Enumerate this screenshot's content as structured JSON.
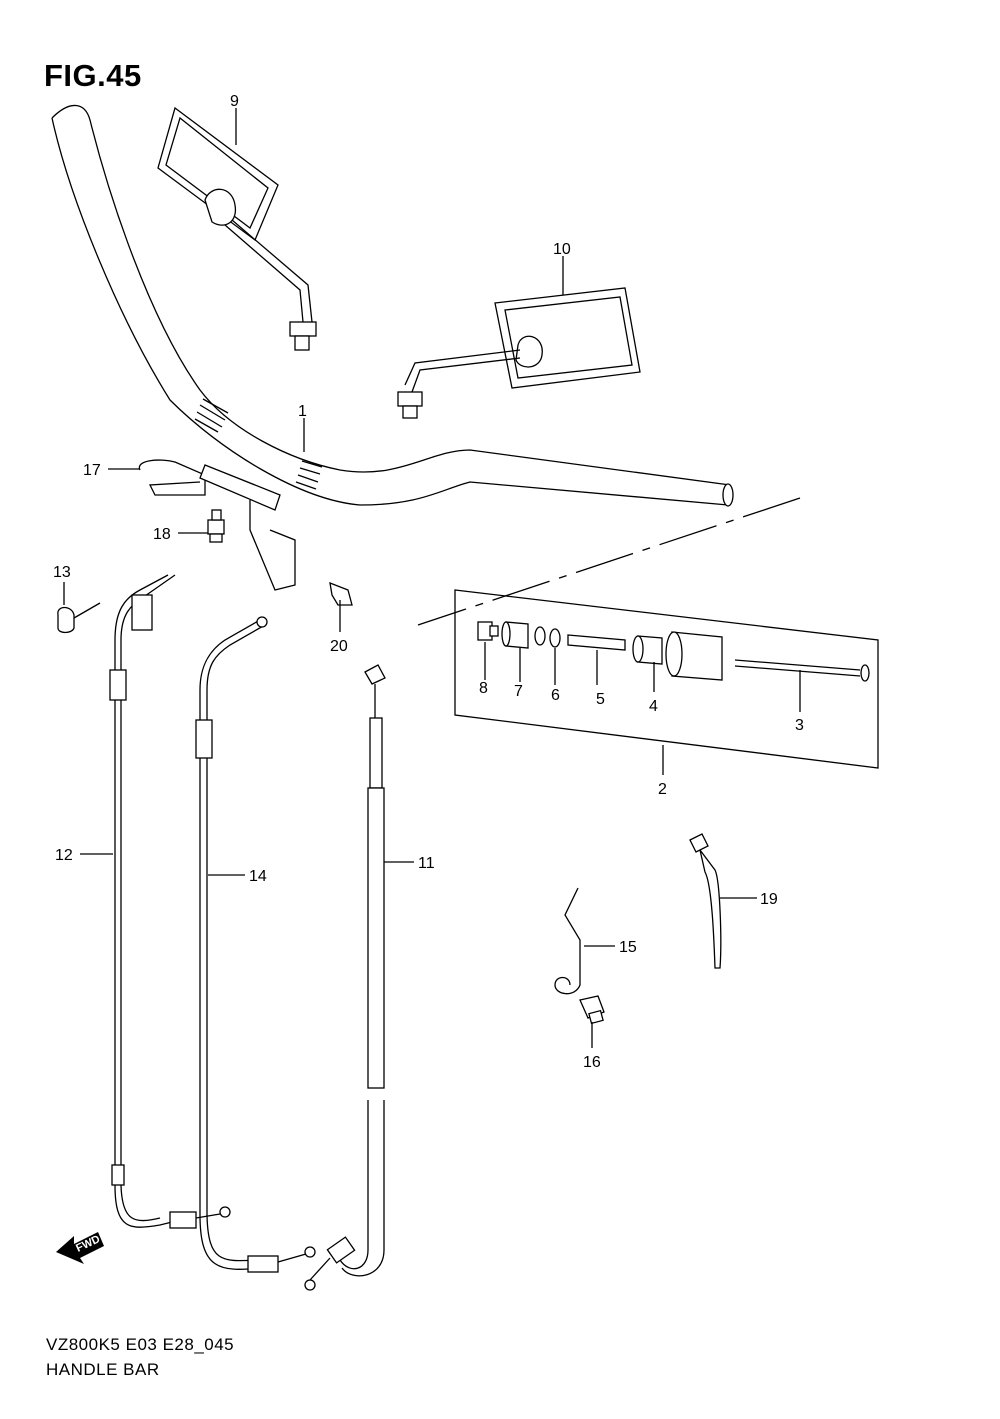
{
  "figure": {
    "title": "FIG.45"
  },
  "footer": {
    "model_code": "VZ800K5 E03 E28_045",
    "caption": "HANDLE BAR"
  },
  "direction_arrow": {
    "label": "FWD"
  },
  "callouts": [
    {
      "id": "c1",
      "label": "1"
    },
    {
      "id": "c2",
      "label": "2"
    },
    {
      "id": "c3",
      "label": "3"
    },
    {
      "id": "c4",
      "label": "4"
    },
    {
      "id": "c5",
      "label": "5"
    },
    {
      "id": "c6",
      "label": "6"
    },
    {
      "id": "c7",
      "label": "7"
    },
    {
      "id": "c8",
      "label": "8"
    },
    {
      "id": "c9",
      "label": "9"
    },
    {
      "id": "c10",
      "label": "10"
    },
    {
      "id": "c11",
      "label": "11"
    },
    {
      "id": "c12",
      "label": "12"
    },
    {
      "id": "c13",
      "label": "13"
    },
    {
      "id": "c14",
      "label": "14"
    },
    {
      "id": "c15",
      "label": "15"
    },
    {
      "id": "c16",
      "label": "16"
    },
    {
      "id": "c17",
      "label": "17"
    },
    {
      "id": "c18",
      "label": "18"
    },
    {
      "id": "c19",
      "label": "19"
    },
    {
      "id": "c20",
      "label": "20"
    }
  ]
}
